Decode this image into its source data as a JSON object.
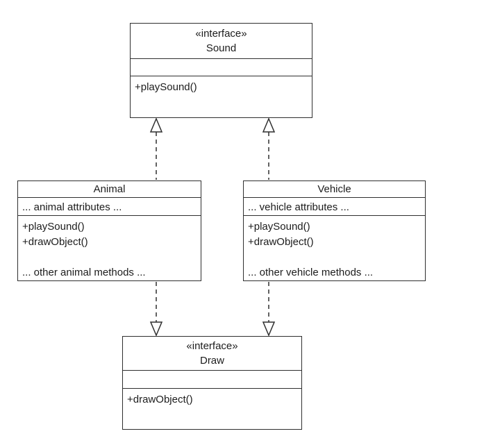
{
  "diagram": {
    "type": "uml-class-diagram",
    "background": "#ffffff",
    "stroke_color": "#2e2e2e",
    "text_color": "#1c1c1c",
    "classes": {
      "sound": {
        "stereotype": "«interface»",
        "name": "Sound",
        "attributes": [],
        "methods": [
          "+playSound()"
        ]
      },
      "animal": {
        "name": "Animal",
        "attributes": [
          "... animal attributes ..."
        ],
        "methods": [
          "+playSound()",
          "+drawObject()",
          "",
          "... other animal methods ..."
        ]
      },
      "vehicle": {
        "name": "Vehicle",
        "attributes": [
          "... vehicle attributes ..."
        ],
        "methods": [
          "+playSound()",
          "+drawObject()",
          "",
          "... other vehicle methods ..."
        ]
      },
      "draw": {
        "stereotype": "«interface»",
        "name": "Draw",
        "attributes": [],
        "methods": [
          "+drawObject()"
        ]
      }
    },
    "relations": [
      {
        "from": "Animal",
        "to": "Sound",
        "type": "realization"
      },
      {
        "from": "Vehicle",
        "to": "Sound",
        "type": "realization"
      },
      {
        "from": "Animal",
        "to": "Draw",
        "type": "realization"
      },
      {
        "from": "Vehicle",
        "to": "Draw",
        "type": "realization"
      }
    ]
  }
}
